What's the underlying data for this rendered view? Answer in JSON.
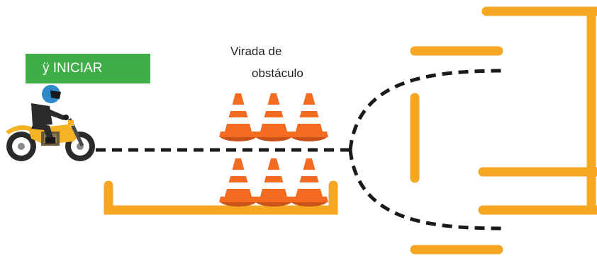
{
  "start_button": {
    "label": "ÿ INICIAR"
  },
  "obstacle_label": {
    "line1": "Virada de",
    "line2": "obstáculo"
  },
  "colors": {
    "track": "#f5a623",
    "path": "#1a1a1a",
    "start": "#3fae49",
    "cone": "#f36b21",
    "cone_stripe": "#ffffff"
  },
  "icons": [
    "motorcycle-rider-icon",
    "traffic-cone-icon"
  ]
}
